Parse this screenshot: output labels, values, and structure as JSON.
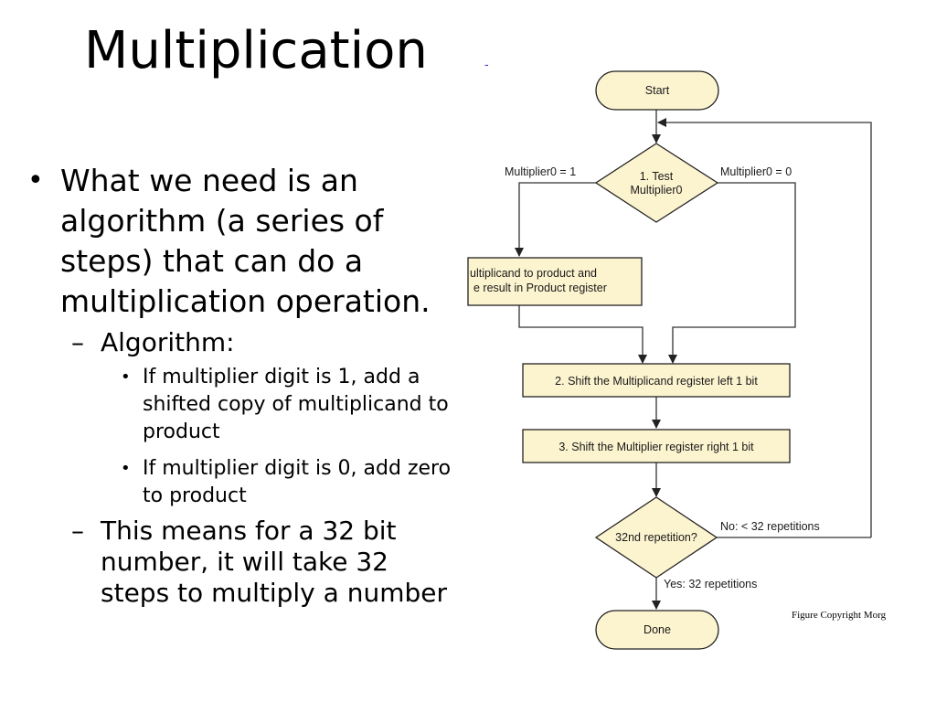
{
  "slide": {
    "title": "Multiplication",
    "corner_mark": "-"
  },
  "bullets": {
    "main": "What we need is an algorithm (a series of steps) that can do a multiplication operation.",
    "sub1": "Algorithm:",
    "sub1_items": [
      "If multiplier digit is 1, add a shifted copy of multiplicand to product",
      "If multiplier digit is 0, add zero to product"
    ],
    "sub2": "This means for a 32 bit number, it will take 32 steps to multiply a number"
  },
  "flowchart": {
    "start": "Start",
    "test_line1": "1. Test",
    "test_line2": "Multiplier0",
    "branch_left": "Multiplier0 = 1",
    "branch_right": "Multiplier0 = 0",
    "add_line1": "ultiplicand to product and",
    "add_line2": "e result in Product register",
    "shift_multiplicand": "2. Shift the Multiplicand register left 1 bit",
    "shift_multiplier": "3. Shift the Multiplier register right 1 bit",
    "repetition": "32nd repetition?",
    "no_label": "No:  < 32 repetitions",
    "yes_label": "Yes:  32 repetitions",
    "done": "Done",
    "copyright": "Figure Copyright Morg"
  }
}
